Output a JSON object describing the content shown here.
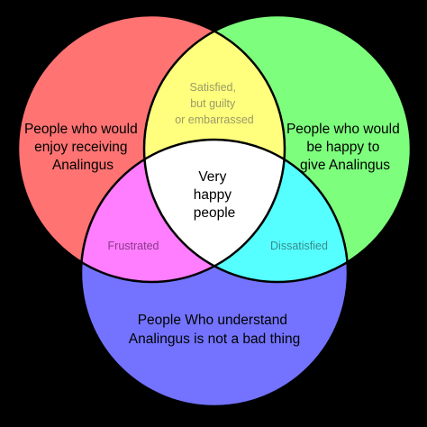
{
  "diagram": {
    "background": "#000000",
    "outline_color": "#000000",
    "sets": [
      {
        "id": "receive",
        "color": "#ff7373",
        "label_lines": [
          "People who would",
          "enjoy receiving",
          "Analingus"
        ]
      },
      {
        "id": "give",
        "color": "#7dff7d",
        "label_lines": [
          "People who would",
          "be happy to",
          "give Analingus"
        ]
      },
      {
        "id": "understand",
        "color": "#7373ff",
        "label_lines": [
          "People Who understand",
          "Analingus is not a bad thing"
        ]
      }
    ],
    "intersections": [
      {
        "id": "receive_give",
        "color": "#ffff7d",
        "text_color": "#9a9a6a",
        "label_lines": [
          "Satisfied,",
          "but guilty",
          "or embarrassed"
        ]
      },
      {
        "id": "receive_understand",
        "color": "#ff7dff",
        "text_color": "#8a3a8a",
        "label_lines": [
          "Frustrated"
        ]
      },
      {
        "id": "give_understand",
        "color": "#55ffff",
        "text_color": "#3a8a8a",
        "label_lines": [
          "Dissatisfied"
        ]
      },
      {
        "id": "all_three",
        "color": "#ffffff",
        "text_color": "#000000",
        "label_lines": [
          "Very",
          "happy",
          "people"
        ]
      }
    ]
  }
}
